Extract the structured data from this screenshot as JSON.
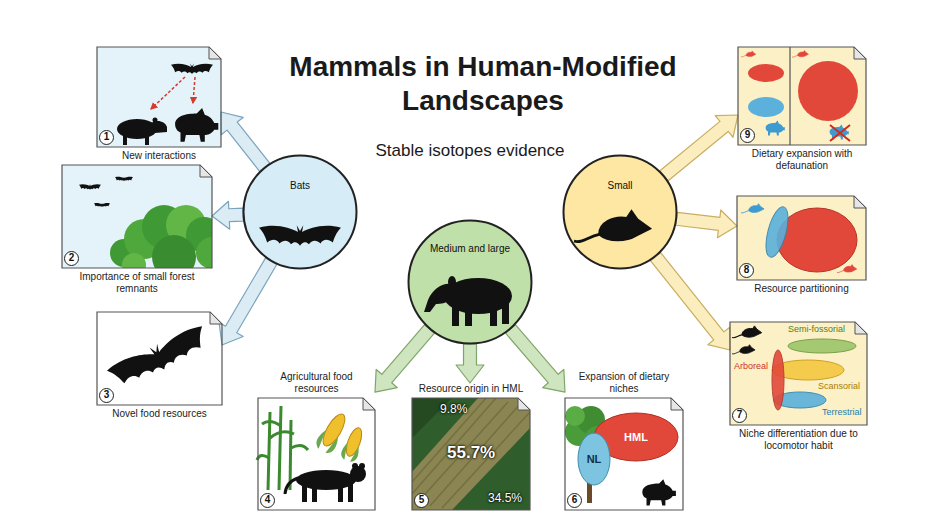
{
  "diagram": {
    "title": "Mammals in Human-Modified Landscapes",
    "nodes": [
      {
        "text": [
          "Bats"
        ]
      },
      {
        "text": [
          "1",
          "New interactions"
        ]
      },
      {
        "text": [
          "2",
          "Importance of small forest remnants"
        ]
      },
      {
        "text": [
          "3",
          "Novel food resources"
        ]
      },
      {
        "text": [
          "Medium and large"
        ]
      },
      {
        "text": [
          "4",
          "Agricultural food resources"
        ]
      },
      {
        "text": [
          "5",
          "Resource origin in HML",
          "9.8%",
          "55.7%",
          "34.5%"
        ]
      },
      {
        "text": [
          "6",
          "Expansion of dietary niches"
        ]
      },
      {
        "text": [
          "NL"
        ],
        "in": 7
      },
      {
        "text": [
          "HML"
        ],
        "in": 7
      },
      {
        "text": [
          "Small"
        ]
      },
      {
        "text": [
          "7",
          "Niche differentiation due to locomotor habit",
          "Semi-fossorial",
          "Arboreal",
          "Scansorial",
          "Terrestrial"
        ]
      },
      {
        "text": [
          "8",
          "Resource partitioning"
        ]
      },
      {
        "text": [
          "9",
          "Dietary expansion with defaunation"
        ]
      }
    ],
    "edges": [
      {
        "from": 0,
        "to": 1,
        "arrow": "to"
      },
      {
        "from": 0,
        "to": 2,
        "arrow": "to"
      },
      {
        "from": 0,
        "to": 3,
        "arrow": "to"
      },
      {
        "from": 4,
        "to": 5,
        "arrow": "to"
      },
      {
        "from": 4,
        "to": 6,
        "arrow": "to"
      },
      {
        "from": 4,
        "to": 7,
        "arrow": "to"
      },
      {
        "from": 10,
        "to": 11,
        "arrow": "to"
      },
      {
        "from": 10,
        "to": 12,
        "arrow": "to"
      },
      {
        "from": 10,
        "to": 13,
        "arrow": "to"
      }
    ],
    "labels": [
      "Stable isotopes evidence"
    ]
  }
}
